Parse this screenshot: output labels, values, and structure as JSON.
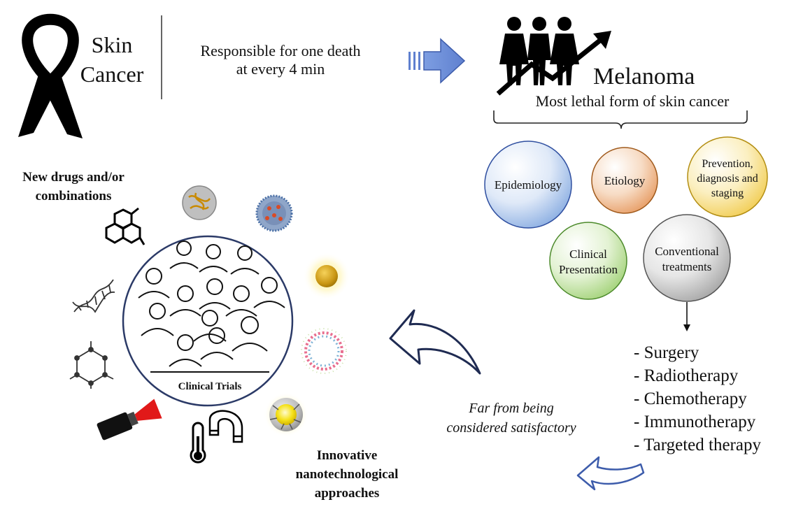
{
  "header": {
    "skin_word": "Skin",
    "cancer_word": "Cancer",
    "fact_line1": "Responsible for one death",
    "fact_line2": "at every 4 min",
    "melanoma_title": "Melanoma",
    "melanoma_subtitle": "Most lethal form of skin cancer"
  },
  "topics": [
    {
      "lines": [
        "Epidemiology"
      ],
      "color": "#8fb1e3"
    },
    {
      "lines": [
        "Etiology"
      ],
      "color": "#e8a06a"
    },
    {
      "lines": [
        "Prevention,",
        "diagnosis and",
        "staging"
      ],
      "color": "#f2cf5a"
    },
    {
      "lines": [
        "Clinical",
        "Presentation"
      ],
      "color": "#a6d47e"
    },
    {
      "lines": [
        "Conventional",
        "treatments"
      ],
      "color": "#b3b3b3"
    }
  ],
  "treatments": [
    "- Surgery",
    "- Radiotherapy",
    "- Chemotherapy",
    "- Immunotherapy",
    "- Targeted therapy"
  ],
  "assessment": {
    "line1": "Far from being",
    "line2": "considered satisfactory"
  },
  "left": {
    "new_drugs_line1": "New drugs and/or",
    "new_drugs_line2": "combinations",
    "clinical_trials": "Clinical Trials",
    "nano_line1": "Innovative",
    "nano_line2": "nanotechnological",
    "nano_line3": "approaches"
  },
  "colors": {
    "accent_blue": "#6f8fd8",
    "outline_navy": "#2b3a67",
    "laser_red": "#e11919"
  }
}
